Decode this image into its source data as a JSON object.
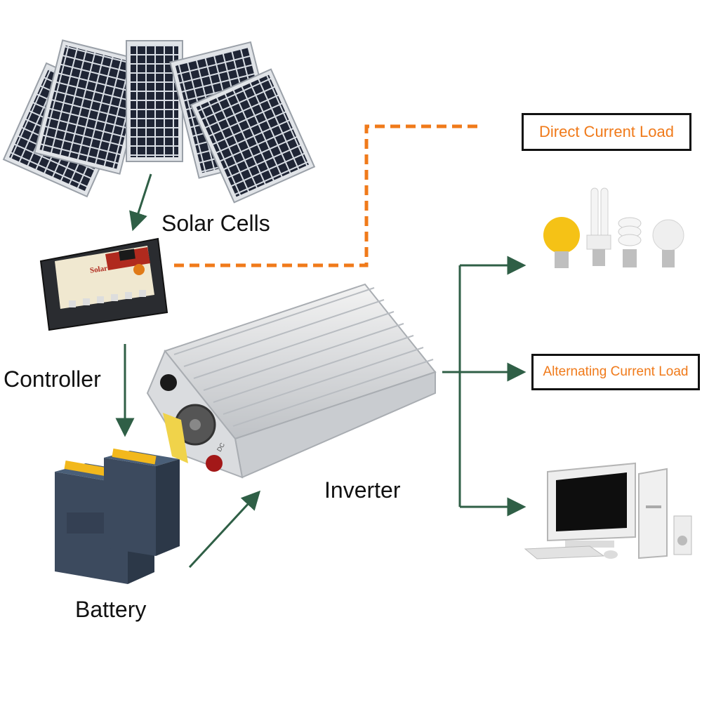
{
  "labels": {
    "solar_cells": "Solar Cells",
    "controller": "Controller",
    "battery": "Battery",
    "inverter": "Inverter"
  },
  "loads": {
    "dc": "Direct Current Load",
    "ac": "Alternating Current Load"
  },
  "device": {
    "controller_brand": "Solar",
    "inverter_port_marking": "DC"
  },
  "colors": {
    "flow_arrow": "#2f5f46",
    "dc_dashed_line": "#f07a1a",
    "load_text": "#f07a1a",
    "box_border": "#111111"
  }
}
